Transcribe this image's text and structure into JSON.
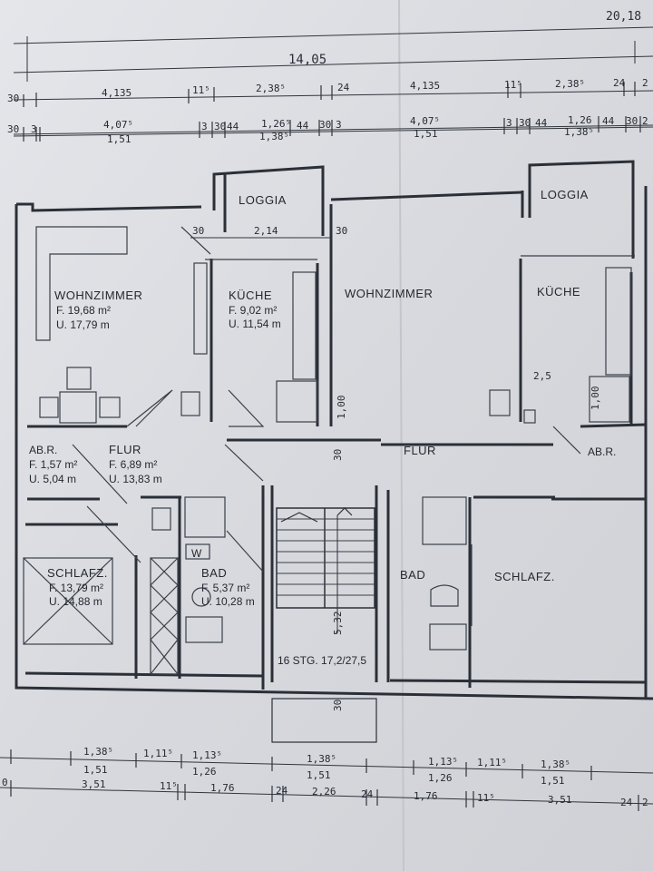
{
  "corner_note": "20,18",
  "overall_width": "14,05",
  "top_dims": {
    "row1": [
      "30",
      "4,135",
      "11⁵",
      "2,38⁵",
      "24",
      "4,135",
      "11⁵",
      "2,38⁵",
      "24",
      "2"
    ],
    "row2": [
      "30",
      "3",
      "4,07⁵",
      "3",
      "30",
      "44",
      "1,26⁵",
      "44",
      "30",
      "3",
      "4,07⁵",
      "3",
      "30",
      "44",
      "1,26",
      "44",
      "30",
      "2"
    ],
    "row2_sub": [
      "1,51",
      "1,38⁵",
      "1,51",
      "1,38⁵"
    ]
  },
  "rooms": {
    "loggia_left": "LOGGIA",
    "loggia_right": "LOGGIA",
    "wohnzimmer_left": {
      "name": "WOHNZIMMER",
      "area": "F. 19,68 m²",
      "perimeter": "U. 17,79 m"
    },
    "kueche_left": {
      "name": "KÜCHE",
      "area": "F. 9,02 m²",
      "perimeter": "U. 11,54 m"
    },
    "wohnzimmer_right": {
      "name": "WOHNZIMMER"
    },
    "kueche_right": {
      "name": "KÜCHE"
    },
    "abr_left": {
      "name": "AB.R.",
      "area": "F. 1,57 m²",
      "perimeter": "U. 5,04 m"
    },
    "flur_left": {
      "name": "FLUR",
      "area": "F. 6,89 m²",
      "perimeter": "U. 13,83 m"
    },
    "flur_right": {
      "name": "FLUR"
    },
    "abr_right": {
      "name": "AB.R."
    },
    "schlafz_left": {
      "name": "SCHLAFZ.",
      "area": "F. 13,79 m²",
      "perimeter": "U. 14,88 m"
    },
    "bad_left": {
      "name": "BAD",
      "area": "F. 5,37 m²",
      "perimeter": "U. 10,28 m",
      "w_mark": "W"
    },
    "bad_right": {
      "name": "BAD"
    },
    "schlafz_right": {
      "name": "SCHLAFZ."
    },
    "stairs": "16 STG. 17,2/27,5"
  },
  "inner_dims": {
    "loggia_30_left": "30",
    "loggia_width": "2,14",
    "loggia_30_right": "30",
    "door_100_left": "1,00",
    "door_30_mid": "30",
    "kitchen_25": "2,5",
    "stairs_532": "5,32",
    "door_100_right": "1,00",
    "bottom_30": "30"
  },
  "bottom_dims": {
    "row1": [
      "1,38⁵",
      "1,11⁵",
      "1,13⁵",
      "1,38⁵",
      "1,13⁵",
      "1,11⁵",
      "1,38⁵"
    ],
    "row1_sub": [
      "1,51",
      "1,26",
      "1,51",
      "1,26",
      "1,51"
    ],
    "row2": [
      "0",
      "3,51",
      "11⁵",
      "1,76",
      "24",
      "2,26",
      "24",
      "1,76",
      "11⁵",
      "3,51",
      "24",
      "2"
    ]
  }
}
